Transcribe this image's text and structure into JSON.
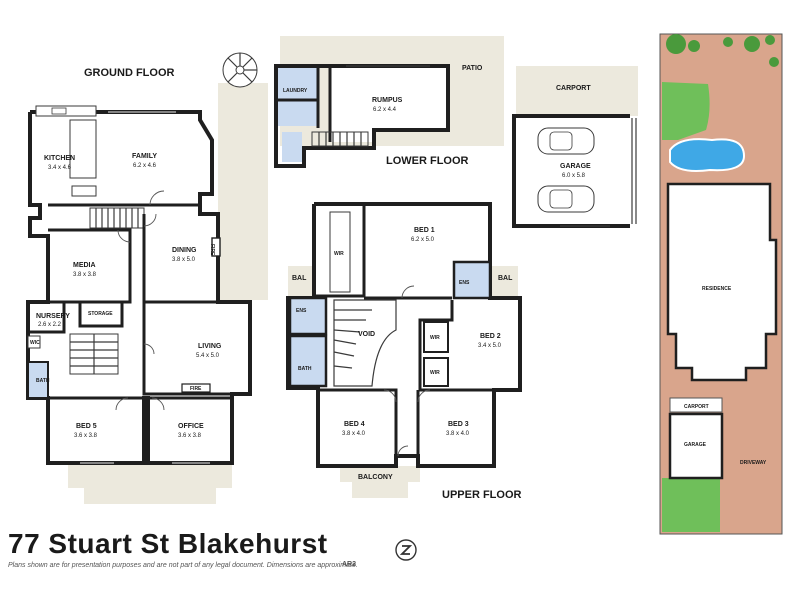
{
  "colors": {
    "wall": "#1f1f1f",
    "outdoor": "#ece9dd",
    "wet_area": "#c9daf0",
    "site_brick": "#d9a58c",
    "lawn": "#6fbf5a",
    "pool": "#3fa8e6"
  },
  "floors": {
    "ground": "GROUND FLOOR",
    "lower": "LOWER FLOOR",
    "upper": "UPPER FLOOR"
  },
  "ground_rooms": {
    "kitchen": {
      "name": "KITCHEN",
      "dim": "3.4 x 4.6"
    },
    "family": {
      "name": "FAMILY",
      "dim": "6.2 x 4.6"
    },
    "media": {
      "name": "MEDIA",
      "dim": "3.8 x 3.8"
    },
    "dining": {
      "name": "DINING",
      "dim": "3.8 x 5.0"
    },
    "nursery": {
      "name": "NURSERY",
      "dim": "2.6 x 2.2"
    },
    "storage": {
      "name": "STORAGE"
    },
    "living": {
      "name": "LIVING",
      "dim": "5.4 x 5.0"
    },
    "bath": {
      "name": "BATH"
    },
    "bed5": {
      "name": "BED 5",
      "dim": "3.6 x 3.8"
    },
    "office": {
      "name": "OFFICE",
      "dim": "3.6 x 3.8"
    },
    "fire": {
      "name": "FIRE"
    },
    "wic": {
      "name": "WIC"
    }
  },
  "lower_rooms": {
    "laundry": {
      "name": "LAUNDRY"
    },
    "rumpus": {
      "name": "RUMPUS",
      "dim": "6.2 x 4.4"
    },
    "patio": {
      "name": "PATIO"
    }
  },
  "upper_rooms": {
    "bed1": {
      "name": "BED 1",
      "dim": "6.2 x 5.0"
    },
    "wir": {
      "name": "WIR"
    },
    "bal_left": {
      "name": "BAL"
    },
    "bal_right": {
      "name": "BAL"
    },
    "ens_right": {
      "name": "ENS"
    },
    "ens_left": {
      "name": "ENS"
    },
    "void": {
      "name": "VOID"
    },
    "wir2": {
      "name": "WIR"
    },
    "wir3": {
      "name": "WIR"
    },
    "bed2": {
      "name": "BED 2",
      "dim": "3.4 x 5.0"
    },
    "bath": {
      "name": "BATH"
    },
    "bed4": {
      "name": "BED 4",
      "dim": "3.8 x 4.0"
    },
    "bed3": {
      "name": "BED 3",
      "dim": "3.8 x 4.0"
    },
    "balcony": {
      "name": "BALCONY"
    }
  },
  "carport_block": {
    "carport": "CARPORT",
    "garage": {
      "name": "GARAGE",
      "dim": "6.0 x 5.8"
    }
  },
  "site": {
    "residence": "RESIDENCE",
    "carport": "CARPORT",
    "garage": "GARAGE",
    "driveway": "DRIVEWAY"
  },
  "footer": {
    "address": "77 Stuart St Blakehurst",
    "disclaimer": "Plans shown are for presentation purposes and are not part of any legal document. Dimensions are approximate.",
    "agency": "AR2"
  }
}
